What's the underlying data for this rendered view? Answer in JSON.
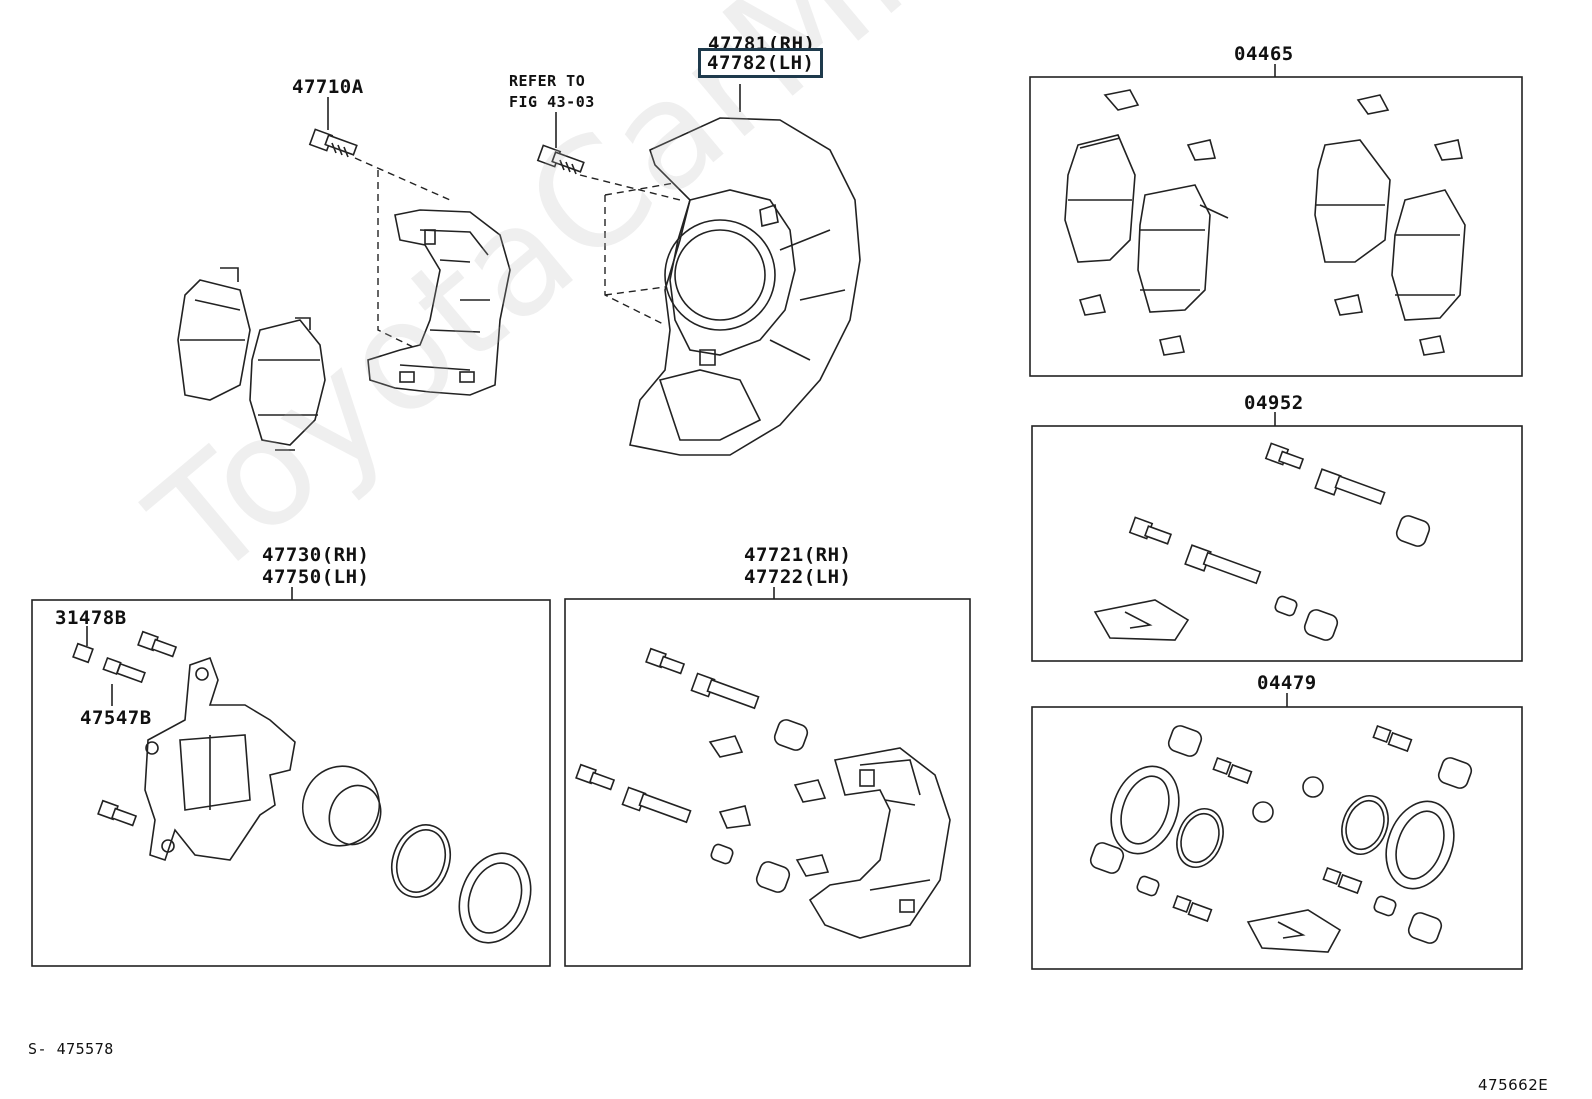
{
  "watermark": "ToyotaCarMine.ru",
  "labels": {
    "p47710A": "47710A",
    "refer_line1": "REFER TO",
    "refer_line2": "FIG 43-03",
    "p47781": "47781(RH)",
    "p47782": "47782(LH)",
    "p04465": "04465",
    "p04952": "04952",
    "p04479": "04479",
    "p47730": "47730(RH)",
    "p47750": "47750(LH)",
    "p31478B": "31478B",
    "p47547B": "47547B",
    "p47721": "47721(RH)",
    "p47722": "47722(LH)"
  },
  "footer": {
    "left_code": "S- 475578",
    "right_code": "475662E"
  },
  "colors": {
    "line": "#222222",
    "highlight_border": "#1e3a4c",
    "background": "#ffffff"
  }
}
